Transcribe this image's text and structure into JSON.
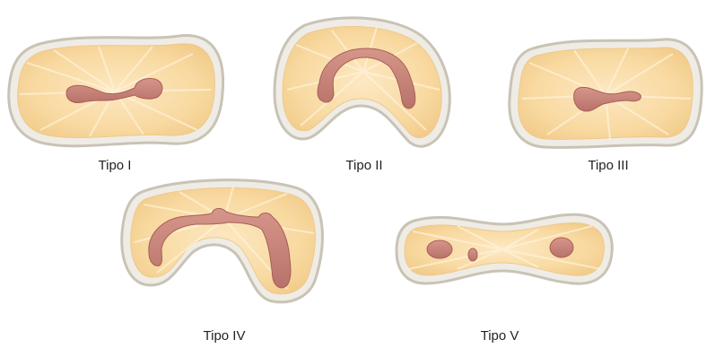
{
  "colors": {
    "ring_outer": "#c9c3b6",
    "ring_fill": "#efece6",
    "body_fill": "#f8d9a0",
    "body_edge": "#eec98c",
    "ray": "#fff3dc",
    "canal_fill": "#c98579",
    "canal_edge": "#a85f57",
    "label_text": "#222222"
  },
  "types": [
    {
      "id": "tipo-1",
      "label": "Tipo I"
    },
    {
      "id": "tipo-2",
      "label": "Tipo II"
    },
    {
      "id": "tipo-3",
      "label": "Tipo III"
    },
    {
      "id": "tipo-4",
      "label": "Tipo IV"
    },
    {
      "id": "tipo-5",
      "label": "Tipo V"
    }
  ]
}
